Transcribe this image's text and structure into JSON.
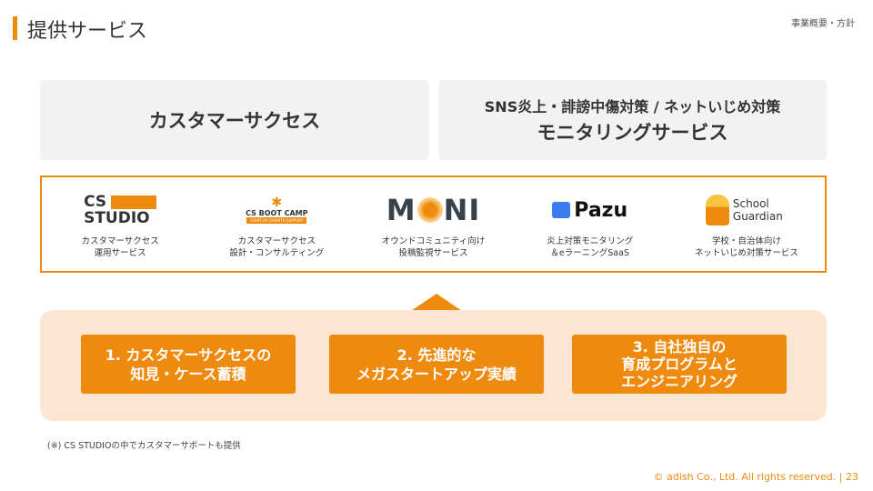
{
  "header": {
    "title": "提供サービス",
    "breadcrumb": "事業概要・方針"
  },
  "top_boxes": [
    {
      "line1": "カスタマーサクセス"
    },
    {
      "line1": "SNS炎上・誹謗中傷対策 / ネットいじめ対策",
      "line2": "モニタリングサービス"
    }
  ],
  "services": [
    {
      "logo": "CS STUDIO",
      "desc1": "カスタマーサクセス",
      "desc2": "運用サービス"
    },
    {
      "logo": "CS BOOT CAMP",
      "logo_sub": "START-UP GROWTH SUPPORT",
      "desc1": "カスタマーサクセス",
      "desc2": "設計・コンサルティング"
    },
    {
      "logo": "MONI",
      "desc1": "オウンドコミュニティ向け",
      "desc2": "投稿監視サービス"
    },
    {
      "logo": "Pazu",
      "desc1": "炎上対策モニタリング",
      "desc2": "＆eラーニングSaaS"
    },
    {
      "logo": "School Guardian",
      "desc1": "学校・自治体向け",
      "desc2": "ネットいじめ対策サービス"
    }
  ],
  "strengths": [
    {
      "line1": "1. カスタマーサクセスの",
      "line2": "知見・ケース蓄積"
    },
    {
      "line1": "2. 先進的な",
      "line2": "メガスタートアップ実績"
    },
    {
      "line1": "3. 自社独自の",
      "line2": "育成プログラムと",
      "line3": "エンジニアリング"
    }
  ],
  "note": "(※) CS STUDIOの中でカスタマーサポートも提供",
  "footer": {
    "copyright": "© adish Co., Ltd. All rights reserved.",
    "separator": "|",
    "page": "23"
  },
  "colors": {
    "accent": "#ee8a0e",
    "panel": "#fce6d2"
  }
}
